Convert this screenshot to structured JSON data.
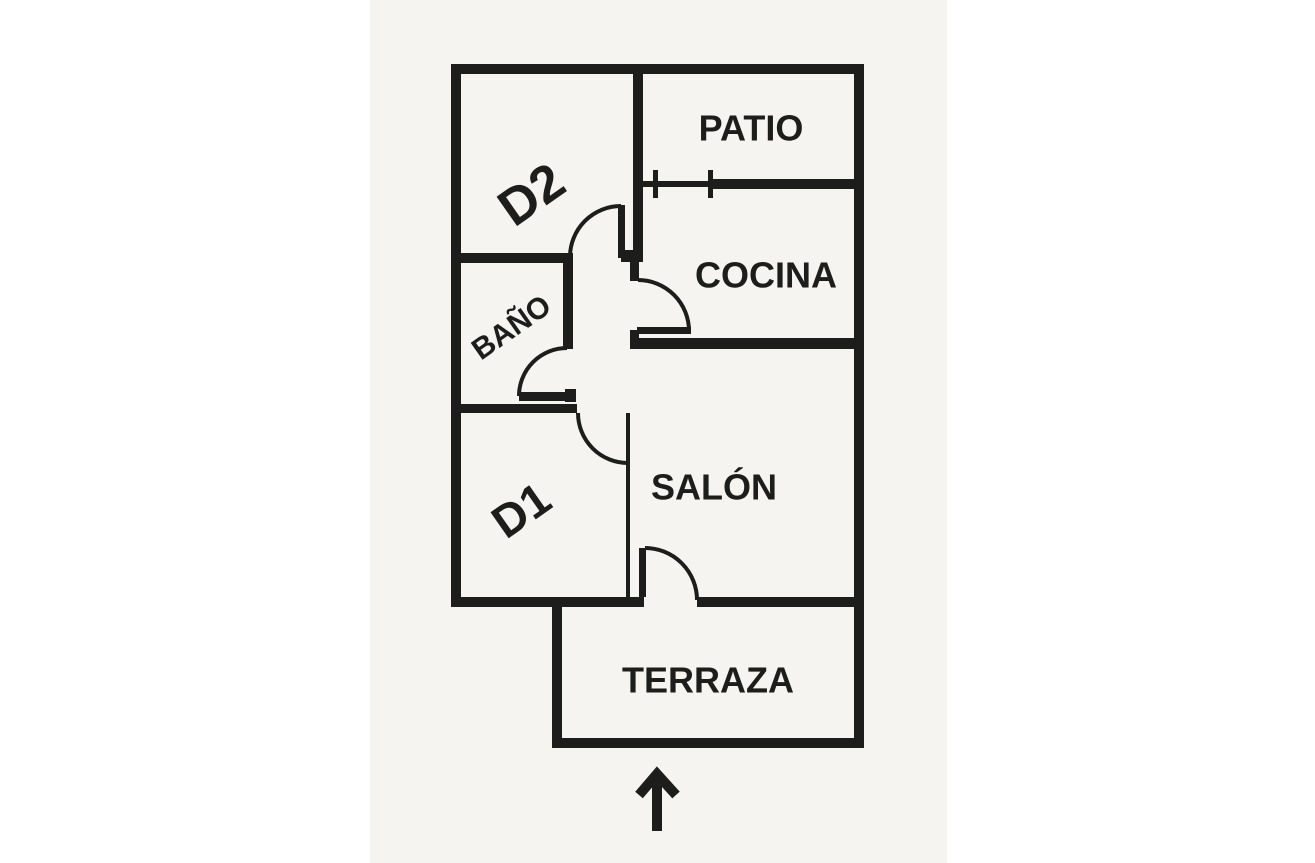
{
  "floor_plan": {
    "rooms": [
      {
        "id": "d2",
        "label": "D2"
      },
      {
        "id": "patio",
        "label": "PATIO"
      },
      {
        "id": "bano",
        "label": "BAÑO"
      },
      {
        "id": "cocina",
        "label": "COCINA"
      },
      {
        "id": "d1",
        "label": "D1"
      },
      {
        "id": "salon",
        "label": "SALÓN"
      },
      {
        "id": "terraza",
        "label": "TERRAZA"
      }
    ],
    "symbols": {
      "entrance_arrow": "up-arrow",
      "window_location": "PATIO wall"
    },
    "colors": {
      "wall": "#1d1d1b",
      "text": "#1d1d1b",
      "paper": "#f5f4f1",
      "page": "#ffffff"
    }
  }
}
